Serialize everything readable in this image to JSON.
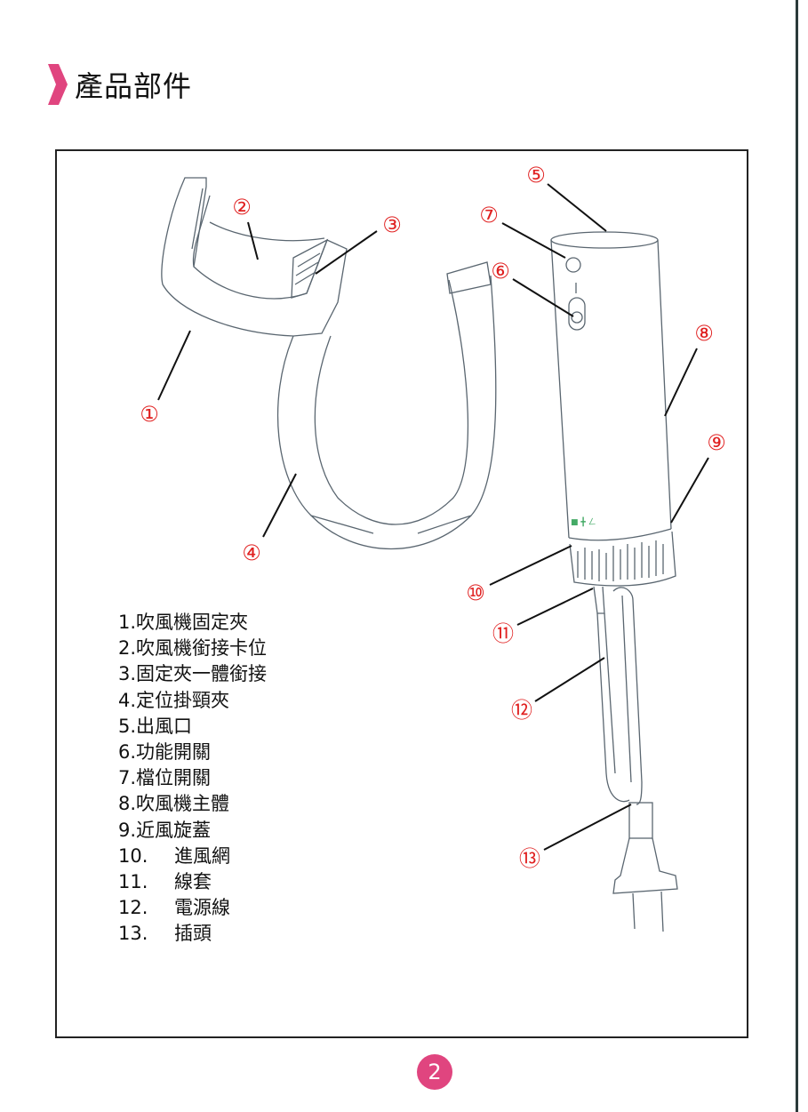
{
  "header": {
    "title": "產品部件"
  },
  "callouts": [
    "①",
    "②",
    "③",
    "④",
    "⑤",
    "⑥",
    "⑦",
    "⑧",
    "⑨",
    "⑩",
    "⑪",
    "⑫",
    "⑬"
  ],
  "legend": [
    {
      "num": "1.",
      "label": "吹風機固定夾"
    },
    {
      "num": "2.",
      "label": "吹風機銜接卡位"
    },
    {
      "num": "3.",
      "label": "固定夾一體銜接"
    },
    {
      "num": "4.",
      "label": "定位掛頸夾"
    },
    {
      "num": "5.",
      "label": "出風口"
    },
    {
      "num": "6.",
      "label": "功能開關"
    },
    {
      "num": "7.",
      "label": "檔位開關"
    },
    {
      "num": "8.",
      "label": "吹風機主體"
    },
    {
      "num": "9.",
      "label": "近風旋蓋"
    },
    {
      "num": "10.",
      "label": "進風網"
    },
    {
      "num": "11.",
      "label": "線套"
    },
    {
      "num": "12.",
      "label": "電源線"
    },
    {
      "num": "13.",
      "label": "插頭"
    }
  ],
  "page_number": "2",
  "colors": {
    "accent": "#e0457f",
    "callout": "#e02020",
    "frame": "#222222"
  }
}
